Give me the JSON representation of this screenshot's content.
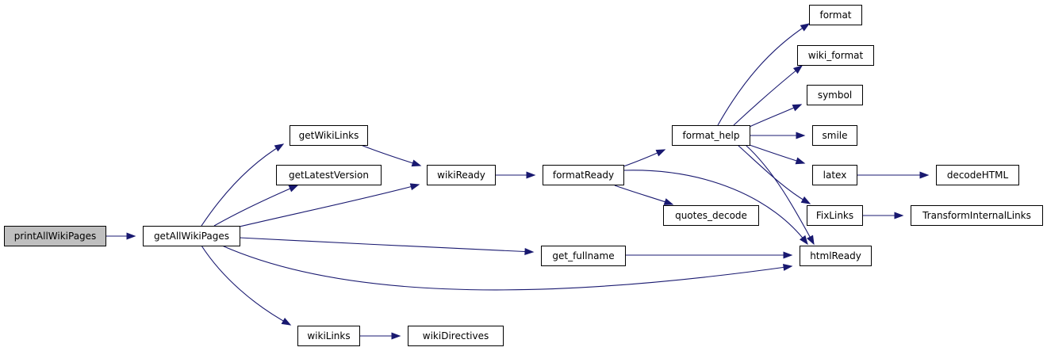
{
  "diagram": {
    "colors": {
      "edge": "#191970",
      "node_fill": "#ffffff",
      "root_fill": "#bfbfbf",
      "node_border": "#000000"
    },
    "nodes": [
      {
        "id": "printAllWikiPages",
        "label": "printAllWikiPages",
        "highlighted": true
      },
      {
        "id": "getAllWikiPages",
        "label": "getAllWikiPages"
      },
      {
        "id": "getWikiLinks",
        "label": "getWikiLinks"
      },
      {
        "id": "getLatestVersion",
        "label": "getLatestVersion"
      },
      {
        "id": "wikiReady",
        "label": "wikiReady"
      },
      {
        "id": "formatReady",
        "label": "formatReady"
      },
      {
        "id": "format_help",
        "label": "format_help"
      },
      {
        "id": "format",
        "label": "format"
      },
      {
        "id": "wiki_format",
        "label": "wiki_format"
      },
      {
        "id": "symbol",
        "label": "symbol"
      },
      {
        "id": "smile",
        "label": "smile"
      },
      {
        "id": "latex",
        "label": "latex"
      },
      {
        "id": "decodeHTML",
        "label": "decodeHTML"
      },
      {
        "id": "FixLinks",
        "label": "FixLinks"
      },
      {
        "id": "TransformInternalLinks",
        "label": "TransformInternalLinks"
      },
      {
        "id": "quotes_decode",
        "label": "quotes_decode"
      },
      {
        "id": "get_fullname",
        "label": "get_fullname"
      },
      {
        "id": "htmlReady",
        "label": "htmlReady"
      },
      {
        "id": "wikiLinks",
        "label": "wikiLinks"
      },
      {
        "id": "wikiDirectives",
        "label": "wikiDirectives"
      }
    ],
    "edges": [
      {
        "from": "printAllWikiPages",
        "to": "getAllWikiPages"
      },
      {
        "from": "getAllWikiPages",
        "to": "getWikiLinks"
      },
      {
        "from": "getAllWikiPages",
        "to": "getLatestVersion"
      },
      {
        "from": "getAllWikiPages",
        "to": "wikiReady"
      },
      {
        "from": "getAllWikiPages",
        "to": "get_fullname"
      },
      {
        "from": "getAllWikiPages",
        "to": "htmlReady"
      },
      {
        "from": "getAllWikiPages",
        "to": "wikiLinks"
      },
      {
        "from": "getWikiLinks",
        "to": "wikiReady"
      },
      {
        "from": "wikiReady",
        "to": "formatReady"
      },
      {
        "from": "formatReady",
        "to": "format_help"
      },
      {
        "from": "formatReady",
        "to": "quotes_decode"
      },
      {
        "from": "formatReady",
        "to": "htmlReady"
      },
      {
        "from": "format_help",
        "to": "format"
      },
      {
        "from": "format_help",
        "to": "wiki_format"
      },
      {
        "from": "format_help",
        "to": "symbol"
      },
      {
        "from": "format_help",
        "to": "smile"
      },
      {
        "from": "format_help",
        "to": "latex"
      },
      {
        "from": "format_help",
        "to": "FixLinks"
      },
      {
        "from": "format_help",
        "to": "htmlReady"
      },
      {
        "from": "latex",
        "to": "decodeHTML"
      },
      {
        "from": "FixLinks",
        "to": "TransformInternalLinks"
      },
      {
        "from": "get_fullname",
        "to": "htmlReady"
      },
      {
        "from": "wikiLinks",
        "to": "wikiDirectives"
      }
    ]
  }
}
